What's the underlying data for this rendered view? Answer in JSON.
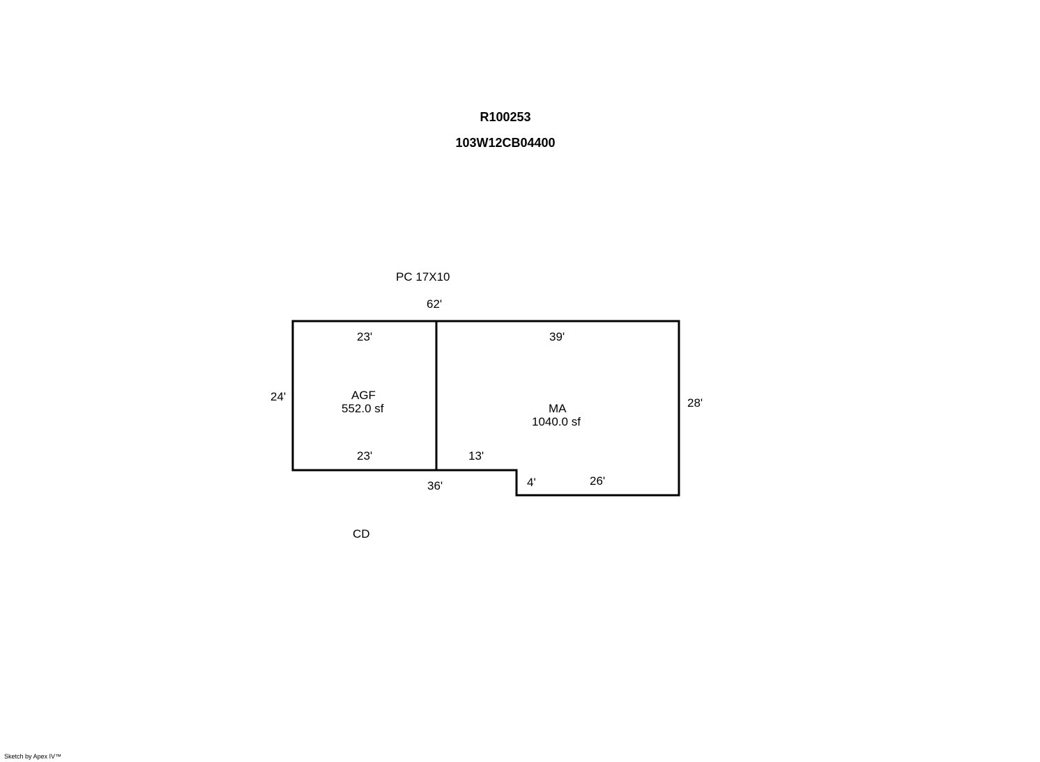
{
  "header": {
    "record_id": "R100253",
    "parcel_id": "103W12CB04400"
  },
  "labels": {
    "porch": "PC 17X10",
    "deck": "CD"
  },
  "areas": {
    "garage": {
      "code": "AGF",
      "area": "552.0 sf"
    },
    "main": {
      "code": "MA",
      "area": "1040.0 sf"
    }
  },
  "dimensions": {
    "top_total": "62'",
    "garage_top": "23'",
    "main_top": "39'",
    "left": "24'",
    "right": "28'",
    "garage_bottom": "23'",
    "step_top": "13'",
    "bottom_total": "36'",
    "step_vertical": "4'",
    "main_bottom": "26'"
  },
  "footer": {
    "credit": "Sketch by Apex IV™"
  },
  "colors": {
    "line": "#000000",
    "background": "#ffffff"
  }
}
